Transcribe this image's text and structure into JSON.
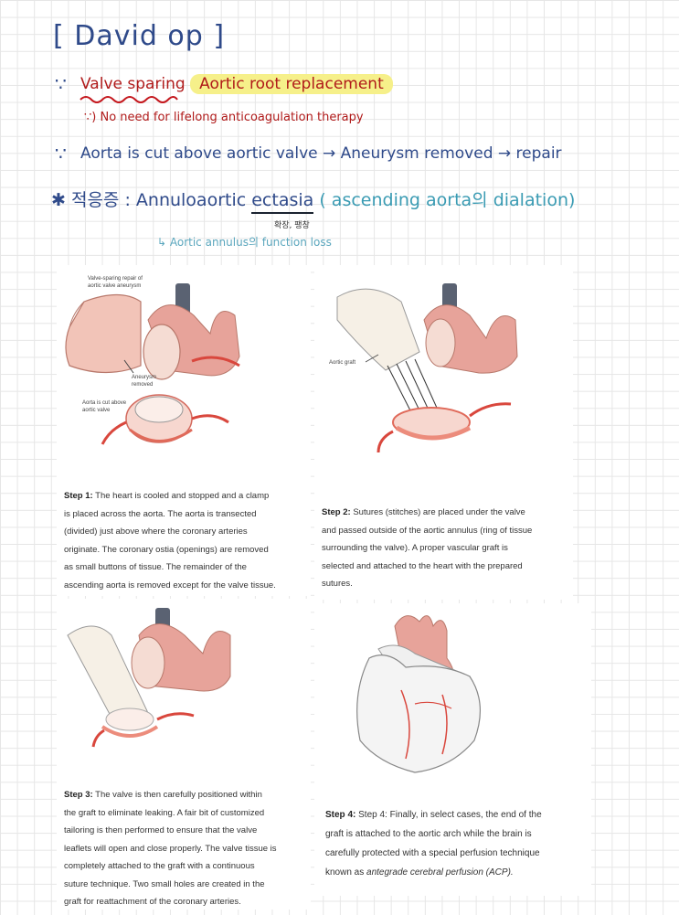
{
  "notes": {
    "title": "[ David op ]",
    "bullet_symbol": "∵",
    "line1_a": "Valve sparing",
    "line1_b": "Aortic root replacement",
    "line2": "∵) No need for lifelong anticoagulation therapy",
    "line3": "Aorta is cut above aortic valve → Aneurysm removed → repair",
    "line4_star": "✱",
    "line4_label": "적응증 :",
    "line4_a": "Annuloaortic",
    "line4_b": "ectasia",
    "line4_c": "( ascending aorta의 dialation)",
    "line5": "확장, 팽창",
    "line6": "↳ Aortic annulus의 function loss"
  },
  "figure": {
    "panel1": {
      "label_a": "Valve-sparing repair of",
      "label_b": "aortic valve aneurysm",
      "label_c": "Aneurysm",
      "label_d": "removed",
      "label_e": "Aorta is cut above",
      "label_f": "aortic valve"
    },
    "panel2": {
      "label": "Aortic graft"
    }
  },
  "steps": [
    {
      "title": "Step 1",
      "lines": [
        "The heart is cooled and stopped and a clamp",
        "is placed across the aorta. The aorta is transected",
        "(divided) just above where the coronary arteries",
        "originate. The coronary ostia (openings) are removed",
        "as small buttons of tissue. The remainder of the",
        "ascending aorta is removed except for the valve tissue."
      ]
    },
    {
      "title": "Step 2",
      "lines": [
        "Sutures (stitches) are placed under the valve",
        "and passed outside of the aortic annulus (ring of tissue",
        "surrounding the valve). A proper vascular graft is",
        "selected and attached to the heart with the prepared",
        "sutures."
      ]
    },
    {
      "title": "Step 3",
      "lines": [
        "The valve is then carefully positioned within",
        "the graft to eliminate leaking. A fair bit of customized",
        "tailoring is then performed to ensure that the valve",
        "leaflets will open and close properly. The valve tissue is",
        "completely attached to the graft with a continuous",
        "suture technique. Two small holes are created in the",
        "graft for reattachment of the coronary arteries."
      ]
    },
    {
      "title": "Step 4",
      "lines": [
        "Step 4: Finally, in select cases, the end of the",
        "graft is attached to the aortic arch while the brain is",
        "carefully protected with a special perfusion technique",
        "known as"
      ],
      "italic_tail": "antegrade cerebral perfusion (ACP)."
    }
  ]
}
